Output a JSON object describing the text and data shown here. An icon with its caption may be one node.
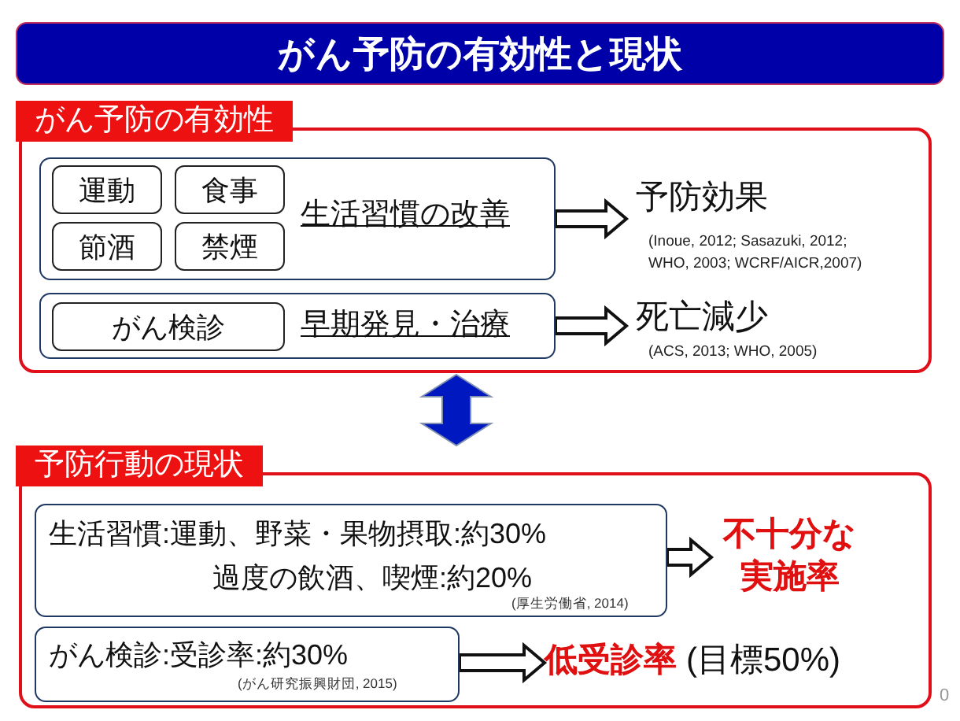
{
  "diagram": {
    "title": "がん予防の有効性と現状",
    "nodes": [
      {
        "text": [
          "がん予防の有効性"
        ]
      },
      {
        "text": [
          "生活習慣の改善"
        ],
        "in": 0
      },
      {
        "text": [
          "運動"
        ],
        "in": 1
      },
      {
        "text": [
          "食事"
        ],
        "in": 1
      },
      {
        "text": [
          "節酒"
        ],
        "in": 1
      },
      {
        "text": [
          "禁煙"
        ],
        "in": 1
      },
      {
        "text": [
          "予防効果"
        ],
        "beside": [
          "(Inoue, 2012; Sasazuki, 2012; WHO, 2003; WCRF/AICR,2007)"
        ],
        "in": 0
      },
      {
        "text": [
          "早期発見・治療"
        ],
        "in": 0
      },
      {
        "text": [
          "がん検診"
        ],
        "in": 7
      },
      {
        "text": [
          "死亡減少"
        ],
        "beside": [
          "(ACS, 2013; WHO, 2005)"
        ],
        "in": 0
      },
      {
        "text": [
          "予防行動の現状"
        ]
      },
      {
        "text": [
          "生活習慣:運動、野菜・果物摂取:約30%",
          "過度の飲酒、喫煙:約20%",
          "(厚生労働省, 2014)"
        ],
        "in": 10
      },
      {
        "text": [
          "不十分な実施率"
        ],
        "in": 10
      },
      {
        "text": [
          "がん検診:受診率:約30%",
          "(がん研究振興財団, 2015)"
        ],
        "in": 10
      },
      {
        "text": [
          "低受診率",
          "(目標50%)"
        ],
        "in": 10
      }
    ],
    "edges": [
      {
        "from": 1,
        "to": 6,
        "arrow": "to"
      },
      {
        "from": 7,
        "to": 9,
        "arrow": "to"
      },
      {
        "from": 11,
        "to": 12,
        "arrow": "to"
      },
      {
        "from": 13,
        "to": 14,
        "arrow": "to"
      },
      {
        "from": 0,
        "to": 10,
        "arrow": "both",
        "style": "thick",
        "color": "#0018c0"
      }
    ],
    "labels": [
      "0"
    ]
  }
}
